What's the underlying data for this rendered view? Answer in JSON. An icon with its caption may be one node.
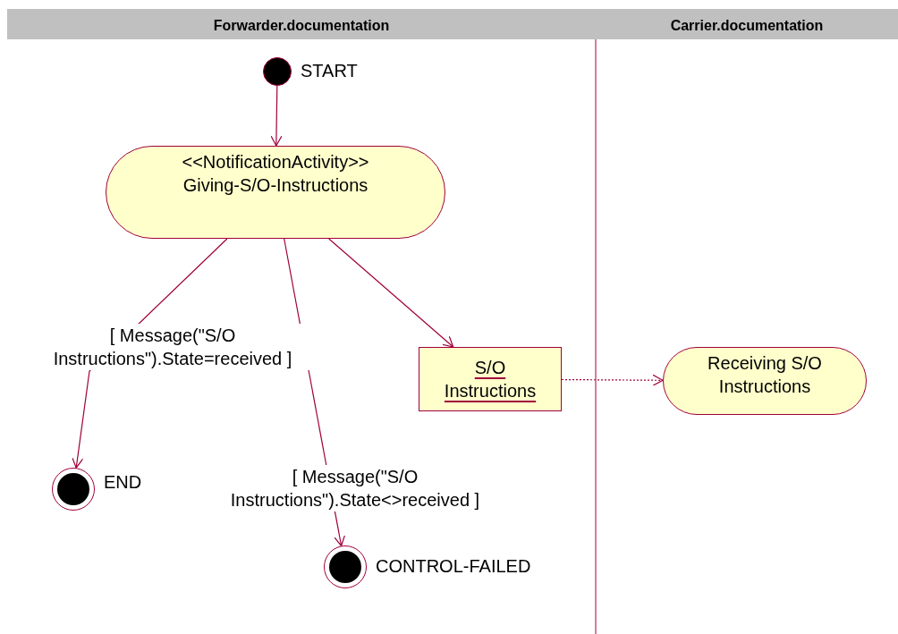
{
  "diagram": {
    "nodes": [
      {
        "text": [],
        "shape": "circle",
        "beside": [
          "START"
        ]
      },
      {
        "text": [
          "<<NotificationActivity>>",
          "Giving-S/O-Instructions"
        ]
      },
      {
        "text": [
          "S/O Instructions"
        ]
      },
      {
        "text": [
          "Receiving S/O Instructions"
        ]
      },
      {
        "text": [],
        "shape": "circle",
        "beside": [
          "END"
        ]
      },
      {
        "text": [],
        "shape": "circle",
        "beside": [
          "CONTROL-FAILED"
        ]
      }
    ],
    "edges": [
      {
        "from": 0,
        "to": 1,
        "arrow": "to"
      },
      {
        "from": 1,
        "to": 4,
        "arrow": "to",
        "label": "[ Message(\"S/O Instructions\").State=received ]"
      },
      {
        "from": 1,
        "to": 5,
        "arrow": "to",
        "label": "[ Message(\"S/O Instructions\").State<>received ]"
      },
      {
        "from": 1,
        "to": 2,
        "arrow": "to"
      },
      {
        "from": 2,
        "to": 3,
        "arrow": "to",
        "style": "dashed"
      }
    ],
    "labels": [
      "Forwarder.documentation",
      "Carrier.documentation"
    ]
  }
}
